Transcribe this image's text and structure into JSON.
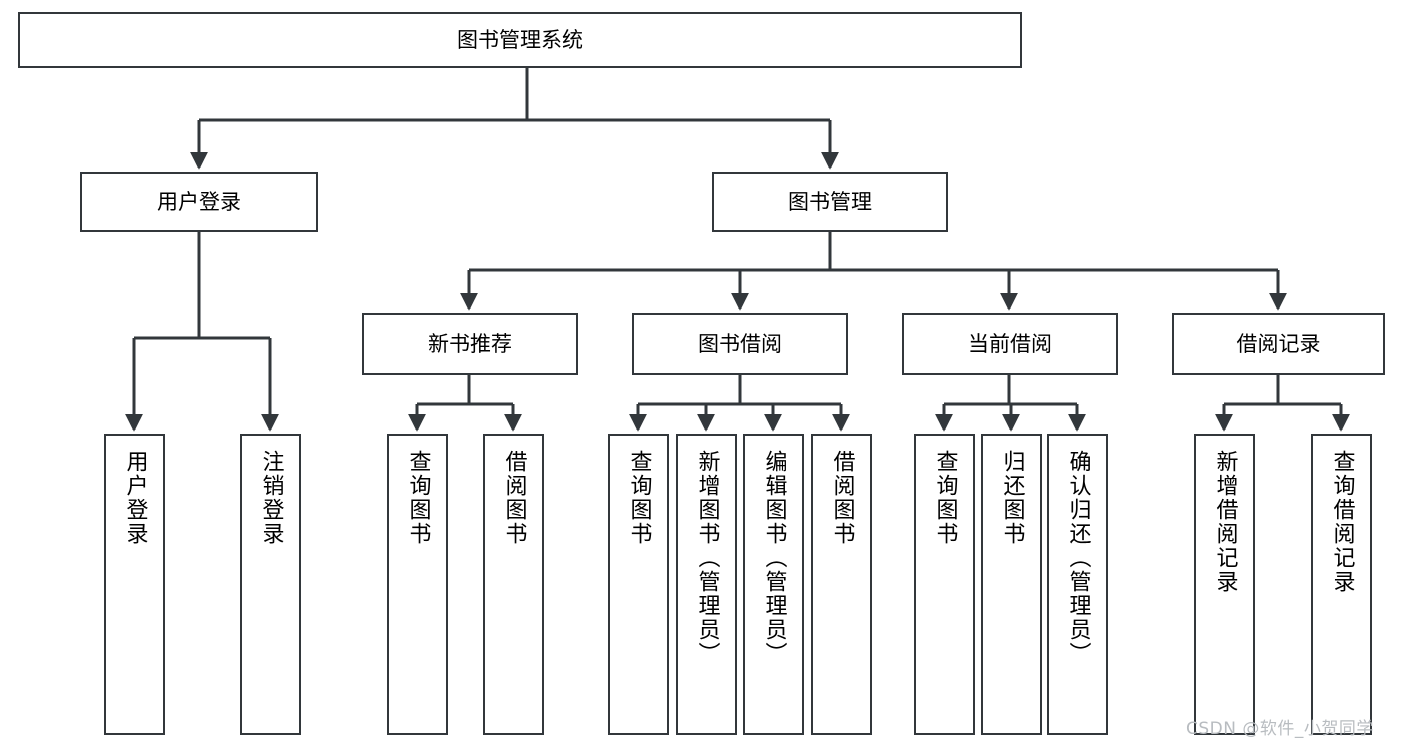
{
  "diagram": {
    "title": "图书管理系统",
    "type": "tree",
    "orientation": "top-down",
    "line_color": "#32373b",
    "box_fill": "#ffffff",
    "text_color": "#000000",
    "root": {
      "label": "图书管理系统"
    },
    "level2": [
      {
        "label": "用户登录"
      },
      {
        "label": "图书管理"
      }
    ],
    "level3": [
      {
        "label": "新书推荐"
      },
      {
        "label": "图书借阅"
      },
      {
        "label": "当前借阅"
      },
      {
        "label": "借阅记录"
      }
    ],
    "leaves": {
      "user_login": [
        {
          "label": "用户登录"
        },
        {
          "label": "注销登录"
        }
      ],
      "new_book_recommend": [
        {
          "label": "查询图书"
        },
        {
          "label": "借阅图书"
        }
      ],
      "book_borrow": [
        {
          "label": "查询图书"
        },
        {
          "label": "新增图书（管理员）"
        },
        {
          "label": "编辑图书（管理员）"
        },
        {
          "label": "借阅图书"
        }
      ],
      "current_borrow": [
        {
          "label": "查询图书"
        },
        {
          "label": "归还图书"
        },
        {
          "label": "确认归还（管理员）"
        }
      ],
      "borrow_record": [
        {
          "label": "新增借阅记录"
        },
        {
          "label": "查询借阅记录"
        }
      ]
    }
  },
  "watermark": {
    "text": "CSDN @软件_小贺同学"
  }
}
